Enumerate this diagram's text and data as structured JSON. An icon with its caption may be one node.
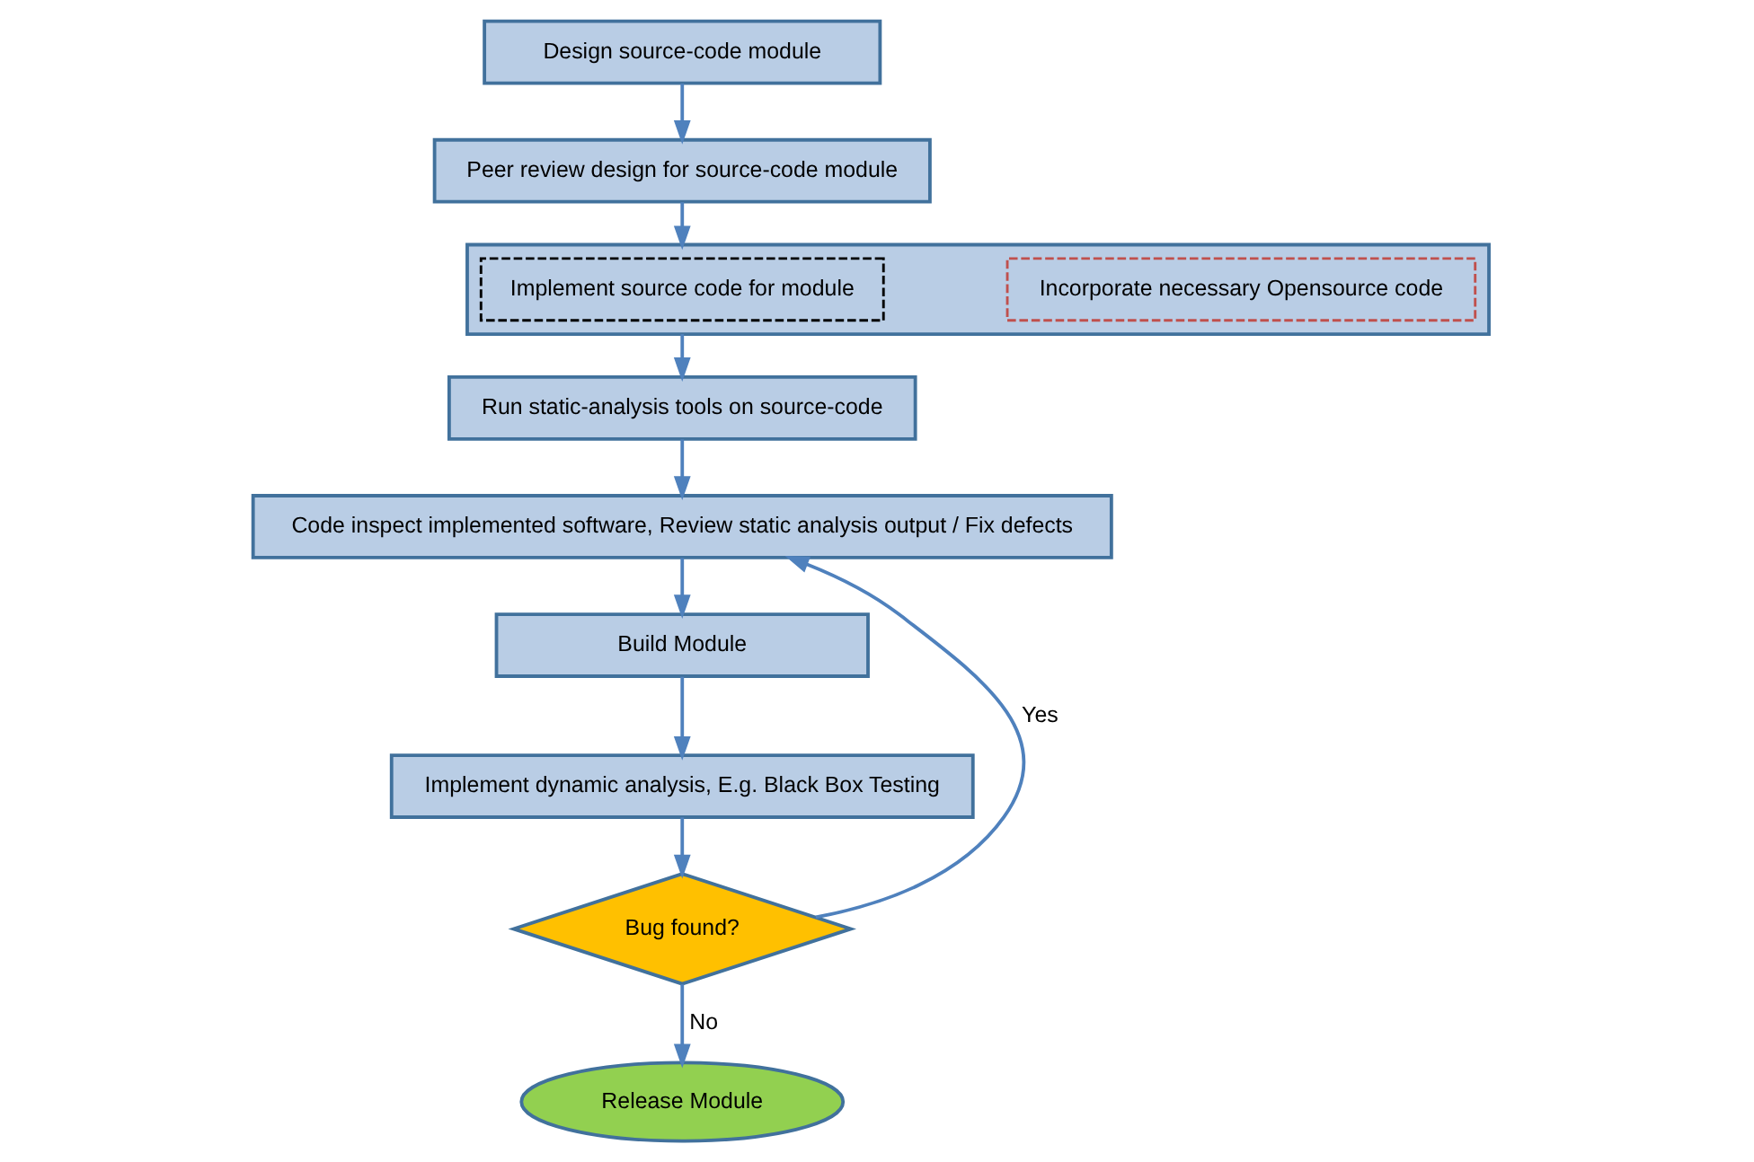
{
  "diagram": {
    "nodes": [
      {
        "text": [
          "Design source-code module"
        ]
      },
      {
        "text": [
          "Peer review design for source-code module"
        ]
      },
      {
        "text": [],
        "shape": "box"
      },
      {
        "text": [
          "Implement source code for module"
        ],
        "in": 2
      },
      {
        "text": [
          "Incorporate necessary Opensource code"
        ],
        "in": 2
      },
      {
        "text": [
          "Run static-analysis tools on source-code"
        ]
      },
      {
        "text": [
          "Code inspect implemented software, Review static analysis output / Fix defects"
        ]
      },
      {
        "text": [
          "Build Module"
        ]
      },
      {
        "text": [
          "Implement dynamic analysis, E.g. Black Box Testing"
        ]
      },
      {
        "text": [
          "Bug found?"
        ]
      },
      {
        "text": [
          "Release Module"
        ]
      }
    ],
    "edges": [
      {
        "from": 0,
        "to": 1,
        "arrow": "to"
      },
      {
        "from": 1,
        "to": 2,
        "arrow": "to"
      },
      {
        "from": 2,
        "to": 5,
        "arrow": "to"
      },
      {
        "from": 5,
        "to": 6,
        "arrow": "to"
      },
      {
        "from": 6,
        "to": 7,
        "arrow": "to"
      },
      {
        "from": 7,
        "to": 8,
        "arrow": "to"
      },
      {
        "from": 8,
        "to": 9,
        "arrow": "to"
      },
      {
        "from": 9,
        "to": 10,
        "arrow": "to",
        "label": "No"
      },
      {
        "from": 9,
        "to": 6,
        "arrow": "to",
        "label": "Yes"
      }
    ]
  }
}
